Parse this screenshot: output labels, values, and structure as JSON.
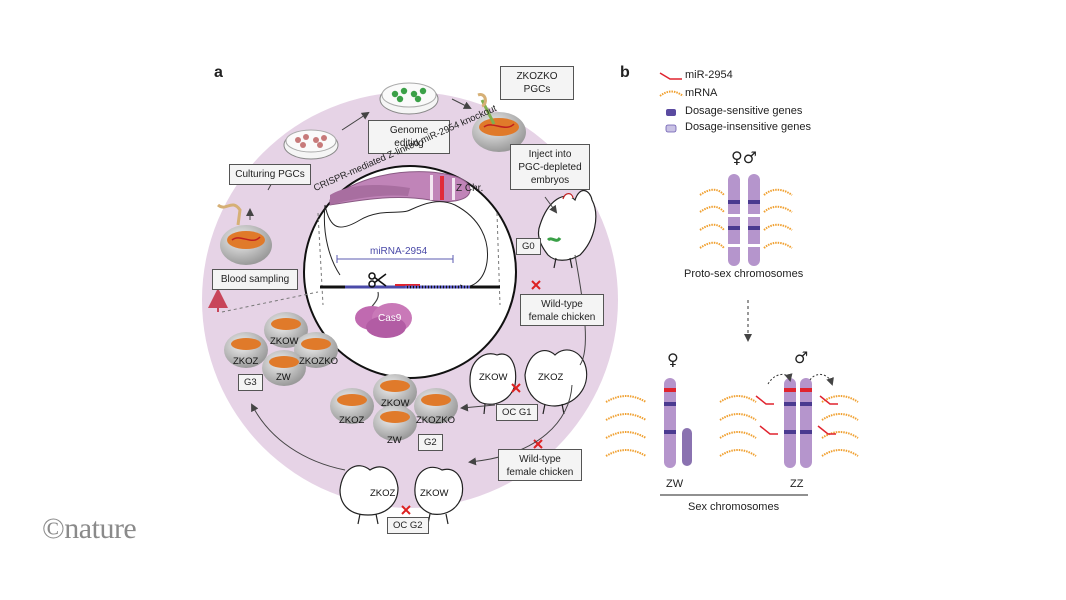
{
  "panel_a": {
    "label": "a",
    "arc_title": "CRISPR-mediated Z-linked miR-2954 knockout",
    "zchr_label": "Z Chr.",
    "mirna_label": "miRNA-2954",
    "cas9_label": "Cas9",
    "steps": {
      "culturing": "Culturing PGCs",
      "genome_editing": "Genome editing",
      "pgcs": "ZKOZKO PGCs",
      "inject": "Inject into PGC-depleted embryos",
      "g0": "G0",
      "wild_type_1": "Wild-type female chicken",
      "oc_g1": "OC G1",
      "wild_type_2": "Wild-type female chicken",
      "oc_g2": "OC G2",
      "g2": "G2",
      "g3": "G3",
      "blood_sampling": "Blood sampling"
    },
    "genotypes": {
      "g1_female": "ZKOW",
      "g1_male": "ZKOZ",
      "g2_a": "ZKOW",
      "g2_b": "ZKOZ",
      "g2_c": "ZKOZKO",
      "g2_d": "ZW",
      "g3_a": "ZKOW",
      "g3_b": "ZKOZ",
      "g3_c": "ZKOZKO",
      "g3_d": "ZW",
      "ocg2_male": "ZKOZ",
      "ocg2_female": "ZKOW"
    }
  },
  "panel_b": {
    "label": "b",
    "legend": [
      {
        "label": "miR-2954",
        "icon": "mirna-icon",
        "color": "#e0242f"
      },
      {
        "label": "mRNA",
        "icon": "mrna-icon",
        "color": "#f0a030"
      },
      {
        "label": "Dosage-sensitive genes",
        "icon": "sensitive-gene-icon",
        "color": "#5a4aa0"
      },
      {
        "label": "Dosage-insensitive genes",
        "icon": "insensitive-gene-icon",
        "color": "#b8b0dc"
      }
    ],
    "proto_symbol": "♀♂",
    "proto_label": "Proto-sex chromosomes",
    "female_symbol": "♀",
    "male_symbol": "♂",
    "zw_label": "ZW",
    "zz_label": "ZZ",
    "sex_label": "Sex chromosomes"
  },
  "watermark": "©nature"
}
